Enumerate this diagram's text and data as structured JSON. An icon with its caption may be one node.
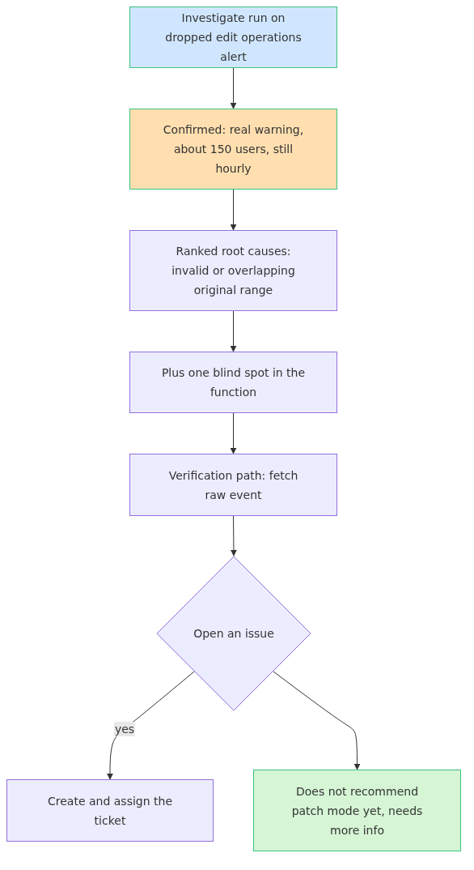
{
  "diagram": {
    "nodes": [
      {
        "text": [
          "Investigate run on dropped edit operations alert"
        ]
      },
      {
        "text": [
          "Confirmed: real warning, about 150 users, still hourly"
        ]
      },
      {
        "text": [
          "Ranked root causes: invalid or overlapping original range"
        ]
      },
      {
        "text": [
          "Plus one blind spot in the function"
        ]
      },
      {
        "text": [
          "Verification path: fetch raw event"
        ]
      },
      {
        "text": [
          "Open an issue"
        ]
      },
      {
        "text": [
          "Create and assign the ticket"
        ]
      },
      {
        "text": [
          "Does not recommend patch mode yet, needs more info"
        ]
      }
    ],
    "edges": [
      {
        "from": 0,
        "to": 1,
        "arrow": "to"
      },
      {
        "from": 1,
        "to": 2,
        "arrow": "to"
      },
      {
        "from": 2,
        "to": 3,
        "arrow": "to"
      },
      {
        "from": 3,
        "to": 4,
        "arrow": "to"
      },
      {
        "from": 4,
        "to": 5,
        "arrow": "to"
      },
      {
        "from": 5,
        "to": 6,
        "arrow": "to",
        "label": "yes"
      },
      {
        "from": 5,
        "to": 7,
        "arrow": "to"
      }
    ]
  }
}
